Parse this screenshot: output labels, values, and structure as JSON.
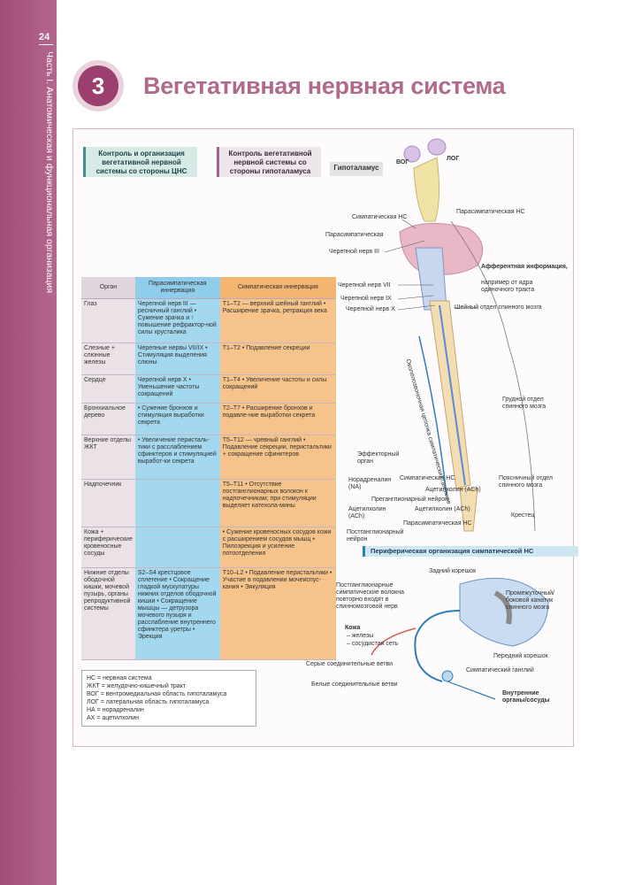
{
  "page": {
    "number": "24",
    "running_head": "Часть I. Анатомическая и функциональная организация",
    "chapter_number": "3",
    "chapter_title": "Вегетативная нервная система"
  },
  "headers": {
    "cns_control": "Контроль и организация вегетативной нервной системы со стороны ЦНС",
    "hypothalamus_control": "Контроль вегетативной нервной системы со стороны гипоталамуса",
    "hypothalamus": "Гипоталамус"
  },
  "table": {
    "columns": [
      "Орган",
      "Парасимпатическая иннервация",
      "Симпатическая иннервация"
    ],
    "rows": [
      {
        "organ": "Глаз",
        "para": "Черепной нерв III — ресничный ганглий • Сужение зрачка и ↑ повышение рефрактор-ной силы хрусталика",
        "symp": "T1–T2 — верхний шейный ганглий • Расширение зрачка, ретракция века"
      },
      {
        "organ": "Слезные + слюнные железы",
        "para": "Черепные нервы VII/IX • Стимуляция выделения слюны",
        "symp": "T1–T2 • Подавление секреции"
      },
      {
        "organ": "Сердце",
        "para": "Черепной нерв X • Уменьшение частоты сокращений",
        "symp": "T1–T4 • Увеличение частоты и силы сокращений"
      },
      {
        "organ": "Бронхиальное дерево",
        "para": "• Сужение бронхов и стимуляция выработки секрета",
        "symp": "T2–T7 • Расширение бронхов и подавле-ние выработки секрета"
      },
      {
        "organ": "Верхние отделы ЖКТ",
        "para": "• Увеличение перисталь-тики с расслаблением сфинктеров и стимуляцией выработ-ки секрета",
        "symp": "T5–T12 — чревный ганглий • Подавление секреции, перистальтики + сокращение сфинктеров"
      },
      {
        "organ": "Надпочечник",
        "para": "",
        "symp": "T5–T11 • Отсутствие постганглионарных волокон к надпочечникам; при стимуляции выделяет катехола-мины"
      },
      {
        "organ": "Кожа + периферические кровеносные сосуды",
        "para": "",
        "symp": "• Сужение кровеносных сосудов кожи с расширением сосудов мышц • Пилоэрекция и усиление потоотделения"
      },
      {
        "organ": "Нижние отделы ободочной кишки, мочевой пузырь, органы репродуктивной системы",
        "para": "S2–S4 крестцовое сплетение • Сокращение гладкой мускулатуры нижних отделов ободочной кишки • Сокращение мышцы — детрузора мочевого пузыря и расслабление внутреннего сфинктера уретры • Эрекция",
        "symp": "T10–L2 • Подавление перистальтики • Участие в подавлении мочеиспус-кания • Эякуляция"
      }
    ]
  },
  "legend": [
    "НС = нервная система",
    "ЖКТ = желудочно-кишечный тракт",
    "ВОГ = вентромедиальная область гипоталамуса",
    "ЛОГ = латеральная область гипоталамуса",
    "НА = норадреналин",
    "АХ = ацетилхолин"
  ],
  "diagram_labels": {
    "vog": "ВОГ",
    "log": "ЛОГ",
    "sympathetic_ns": "Симпатическая НС",
    "parasympathetic_ns": "Парасимпатическая НС",
    "parasympathetic": "Парасимпатическая",
    "cn3": "Черепной нерв III",
    "cn7": "Черепной нерв VII",
    "cn9": "Черепной нерв IX",
    "cn10": "Черепной нерв X",
    "afferent_bold": "Афферентная информация,",
    "afferent_rest": "например от ядра одиночного тракта",
    "cervical": "Шейный отдел спинного мозга",
    "chain": "Околопозвоночная цепочка симпатических ганглиев",
    "thoracic": "Грудной отдел спинного мозга",
    "effector": "Эффекторный орган",
    "noradrenaline": "Норадреналин (NA)",
    "symp_ns2": "Симпатическая НС",
    "ach1": "Ацетилхолин (ACh)",
    "preganglionic": "Преганглионарный нейрон",
    "ach_left": "Ацетилхолин (ACh)",
    "ach2": "Ацетилхолин (ACh)",
    "lumbar": "Поясничный отдел спинного мозга",
    "sacrum": "Крестец",
    "postganglionic": "Постганглионарный нейрон",
    "para_ns2": "Парасимпатическая НС",
    "periph_title": "Периферическая организация симпатической НС",
    "dorsal_root": "Задний корешок",
    "postgang_fibers": "Постганглионарные симпатические волокна повторно входят в спинномозговой нерв",
    "intermediolateral": "Промежуточный/ боковой канатик спинного мозга",
    "skin_bold": "Кожа",
    "skin_glands": "– железы",
    "skin_vessels": "– сосудистая сеть",
    "ventral_root": "Передний корешок",
    "symp_ganglion": "Симпатический ганглий",
    "gray_rami": "Серые соединительные ветви",
    "white_rami": "Белые соединительные ветви",
    "internal": "Внутренние органы/сосуды"
  },
  "colors": {
    "sidebar": "#a24d78",
    "title": "#b06a8c",
    "para": "#a3d8ef",
    "symp": "#f6c38a"
  }
}
